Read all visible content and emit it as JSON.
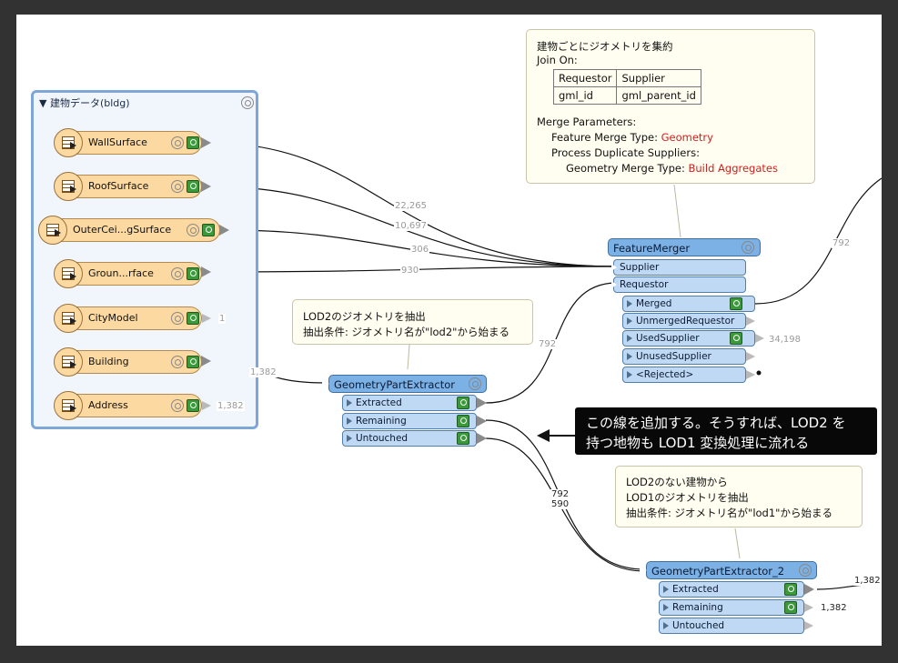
{
  "bookmark": {
    "title": "▼ 建物データ(bldg)"
  },
  "readers": [
    {
      "label": "WallSurface",
      "count": "22,265"
    },
    {
      "label": "RoofSurface",
      "count": "10,697"
    },
    {
      "label": "OuterCei...gSurface",
      "count": "306"
    },
    {
      "label": "Groun...rface",
      "count": "930"
    },
    {
      "label": "CityModel",
      "count": "1"
    },
    {
      "label": "Building",
      "count": "1,382"
    },
    {
      "label": "Address",
      "count": "1,382"
    }
  ],
  "feature_merger": {
    "title": "FeatureMerger",
    "ports": [
      "Supplier",
      "Requestor",
      "Merged",
      "UnmergedRequestor",
      "UsedSupplier",
      "UnusedSupplier",
      "<Rejected>"
    ],
    "merged_count": "792",
    "used_supplier_count": "34,198"
  },
  "merger_note": {
    "line1": "建物ごとにジオメトリを集約",
    "line2": "Join On:",
    "table_header": [
      "Requestor",
      "Supplier"
    ],
    "table_row": [
      "gml_id",
      "gml_parent_id"
    ],
    "line3": "Merge Parameters:",
    "fmt_label": "Feature Merge Type: ",
    "fmt_value": "Geometry",
    "pds_label": "Process Duplicate Suppliers:",
    "gmt_label": "Geometry Merge Type: ",
    "gmt_value": "Build Aggregates"
  },
  "gpe1": {
    "title": "GeometryPartExtractor",
    "ports": [
      "Extracted",
      "Remaining",
      "Untouched"
    ],
    "extracted_count": "792",
    "remaining_count": "792",
    "untouched_count": "590"
  },
  "gpe1_note": {
    "line1": "LOD2のジオメトリを抽出",
    "line2": "抽出条件: ジオメトリ名が\"lod2\"から始まる"
  },
  "gpe2": {
    "title": "GeometryPartExtractor_2",
    "ports": [
      "Extracted",
      "Remaining",
      "Untouched"
    ],
    "extracted_count": "1,382",
    "remaining_count": "1,382"
  },
  "gpe2_note": {
    "line1": "LOD2のない建物から",
    "line2": "LOD1のジオメトリを抽出",
    "line3": "抽出条件: ジオメトリ名が\"lod1\"から始まる"
  },
  "callout": {
    "line1": "この線を追加する。そうすれば、LOD2 を",
    "line2": "持つ地物も LOD1 変換処理に流れる"
  },
  "colors": {
    "background": "#323232",
    "canvas": "#ffffff",
    "transformer_header": "#7cb1e6",
    "transformer_port": "#bfd9f4",
    "reader": "#fcd9a1",
    "note": "#fffef0",
    "highlight_red": "#d12020",
    "callout": "#080808"
  }
}
